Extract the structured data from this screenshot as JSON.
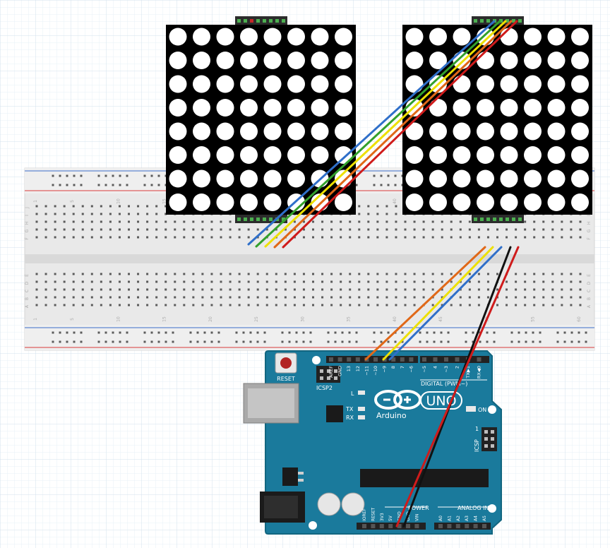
{
  "colors": {
    "grid_bg": "#ffffff",
    "grid_line": "#e4eef6",
    "breadboard": "#e8e8e8",
    "rail_blue": "#3b6cc8",
    "rail_red": "#d83b3b",
    "matrix_bg": "#000000",
    "led": "#ffffff",
    "arduino_board": "#1a7a9c",
    "arduino_dark": "#0e5a75",
    "header": "#2a2a2a",
    "wire_blue": "#3a7fd5",
    "wire_green": "#3aaa35",
    "wire_yellow": "#f0e000",
    "wire_orange": "#e46a1a",
    "wire_red": "#d41e1e",
    "wire_black": "#111111"
  },
  "breadboard": {
    "column_numbers": [
      "1",
      "5",
      "10",
      "15",
      "20",
      "25",
      "30",
      "35",
      "40",
      "45",
      "50",
      "55",
      "60"
    ],
    "row_letters_top": [
      "J",
      "I",
      "H",
      "G",
      "F"
    ],
    "row_letters_bottom": [
      "E",
      "D",
      "C",
      "B",
      "A"
    ]
  },
  "matrices": [
    {
      "id": "left",
      "rows": 8,
      "cols": 8
    },
    {
      "id": "right",
      "rows": 8,
      "cols": 8
    }
  ],
  "arduino": {
    "reset_label": "RESET",
    "icsp2_label": "ICSP2",
    "l_label": "L",
    "tx_label": "TX",
    "rx_label": "RX",
    "logo_symbol": "∞",
    "uno_label": "UNO",
    "brand_label": "Arduino",
    "on_label": "ON",
    "icsp_label": "ICSP",
    "icsp_num": "1",
    "digital_label": "DIGITAL (PWM~)",
    "power_label": "POWER",
    "analog_label": "ANALOG IN",
    "digital_pins": [
      "AREF",
      "GND",
      "13",
      "12",
      "~11",
      "~10",
      "~9",
      "8",
      "7",
      "~6",
      "~5",
      "4",
      "~3",
      "2",
      "TX▶1",
      "RX◀0"
    ],
    "power_pins": [
      "IOREF",
      "RESET",
      "3V3",
      "5V",
      "GND",
      "GND",
      "VIN"
    ],
    "analog_pins": [
      "A0",
      "A1",
      "A2",
      "A3",
      "A4",
      "A5"
    ]
  }
}
